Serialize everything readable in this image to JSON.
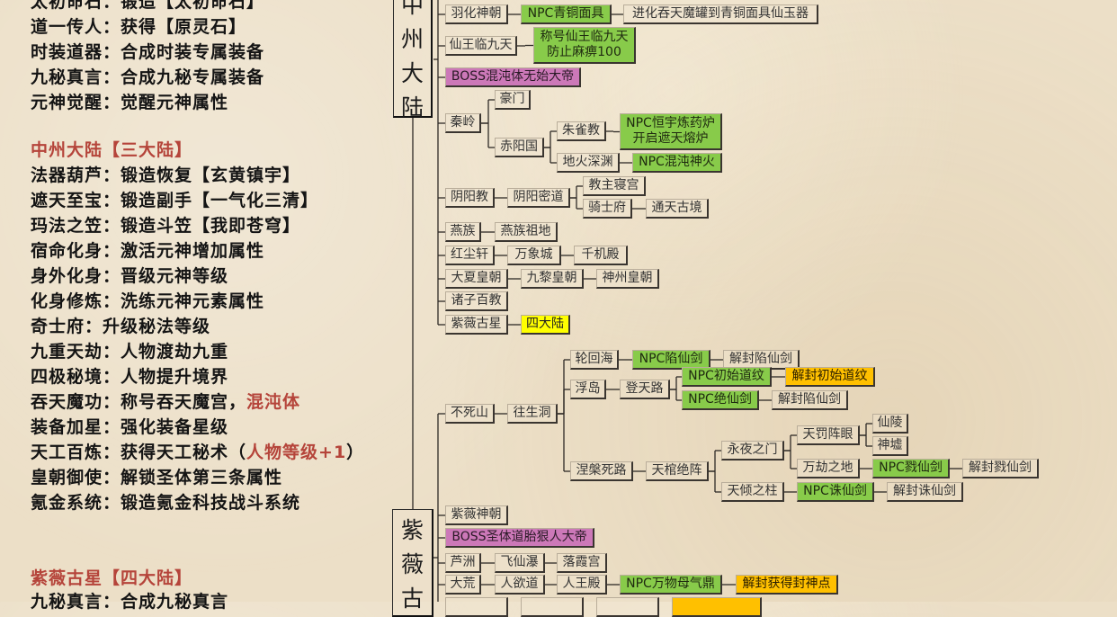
{
  "left_text": {
    "lines": [
      {
        "label": "太初命石：",
        "value": "锻造【太初命石】"
      },
      {
        "label": "道一传人：",
        "value": "获得【原灵石】"
      },
      {
        "label": "时装道器：",
        "value": "合成时装专属装备"
      },
      {
        "label": "九秘真言：",
        "value": "合成九秘专属装备"
      },
      {
        "label": "元神觉醒：",
        "value": "觉醒元神属性"
      }
    ],
    "section1_title": "中州大陆【三大陆】",
    "section1": [
      {
        "label": "法器葫芦：",
        "value": "锻造恢复【玄黄镇宇】"
      },
      {
        "label": "遮天至宝：",
        "value": "锻造副手【一气化三清】"
      },
      {
        "label": "玛法之笠：",
        "value": "锻造斗笠【我即苍穹】"
      },
      {
        "label": "宿命化身：",
        "value": "激活元神增加属性"
      },
      {
        "label": "身外化身：",
        "value": "晋级元神等级"
      },
      {
        "label": "化身修炼：",
        "value": "洗练元神元素属性"
      },
      {
        "label": "奇士府：",
        "value": "升级秘法等级"
      },
      {
        "label": "九重天劫：",
        "value": "人物渡劫九重"
      },
      {
        "label": "四极秘境：",
        "value": "人物提升境界"
      },
      {
        "label": "吞天魔功：",
        "value": "称号吞天魔宫，",
        "red": "混沌体"
      },
      {
        "label": "装备加星：",
        "value": "强化装备星级"
      },
      {
        "label": "天工百炼：",
        "value": "获得天工秘术（",
        "red": "人物等级+1",
        "tail": "）"
      },
      {
        "label": "皇朝御使：",
        "value": "解锁圣体第三条属性"
      },
      {
        "label": "氪金系统：",
        "value": "锻造氪金科技战斗系统"
      }
    ],
    "section2_title": "紫薇古星【四大陆】",
    "section2": [
      {
        "label": "九秘真言：",
        "value": "合成九秘真言"
      }
    ]
  },
  "colors": {
    "heading_red": "#b5443a",
    "npc_green": "#88cb4a",
    "boss_purple": "#cc78b8",
    "highlight_yellow": "#ffff00",
    "unlock_orange": "#ffc000"
  },
  "roots": [
    {
      "chars": [
        "中",
        "州",
        "大",
        "陆"
      ]
    },
    {
      "chars": [
        "紫",
        "薇",
        "古"
      ]
    }
  ],
  "nodes": [
    {
      "label": "羽化神朝",
      "kind": ""
    },
    {
      "label": "NPC青铜面具",
      "kind": "g"
    },
    {
      "label": "进化吞天魔罐到青铜面具仙玉器",
      "kind": ""
    },
    {
      "label": "仙王临九天",
      "kind": ""
    },
    {
      "label": "称号仙王临九天\n防止麻痹100",
      "kind": "g"
    },
    {
      "label": "BOSS混沌体无始大帝",
      "kind": "p"
    },
    {
      "label": "豪门",
      "kind": ""
    },
    {
      "label": "秦岭",
      "kind": ""
    },
    {
      "label": "赤阳国",
      "kind": ""
    },
    {
      "label": "朱雀教",
      "kind": ""
    },
    {
      "label": "NPC恒宇炼药炉\n开启遮天熔炉",
      "kind": "g"
    },
    {
      "label": "地火深渊",
      "kind": ""
    },
    {
      "label": "NPC混沌神火",
      "kind": "g"
    },
    {
      "label": "阴阳教",
      "kind": ""
    },
    {
      "label": "阴阳密道",
      "kind": ""
    },
    {
      "label": "教主寝宫",
      "kind": ""
    },
    {
      "label": "骑士府",
      "kind": ""
    },
    {
      "label": "通天古境",
      "kind": ""
    },
    {
      "label": "燕族",
      "kind": ""
    },
    {
      "label": "燕族祖地",
      "kind": ""
    },
    {
      "label": "红尘轩",
      "kind": ""
    },
    {
      "label": "万象城",
      "kind": ""
    },
    {
      "label": "千机殿",
      "kind": ""
    },
    {
      "label": "大夏皇朝",
      "kind": ""
    },
    {
      "label": "九黎皇朝",
      "kind": ""
    },
    {
      "label": "神州皇朝",
      "kind": ""
    },
    {
      "label": "诸子百教",
      "kind": ""
    },
    {
      "label": "紫薇古星",
      "kind": ""
    },
    {
      "label": "四大陆",
      "kind": "y"
    },
    {
      "label": "不死山",
      "kind": ""
    },
    {
      "label": "往生洞",
      "kind": ""
    },
    {
      "label": "轮回海",
      "kind": ""
    },
    {
      "label": "NPC陷仙剑",
      "kind": "g"
    },
    {
      "label": "解封陷仙剑",
      "kind": ""
    },
    {
      "label": "浮岛",
      "kind": ""
    },
    {
      "label": "登天路",
      "kind": ""
    },
    {
      "label": "NPC初始道纹",
      "kind": "g"
    },
    {
      "label": "解封初始道纹",
      "kind": "o"
    },
    {
      "label": "NPC绝仙剑",
      "kind": "g"
    },
    {
      "label": "解封陷仙剑",
      "kind": ""
    },
    {
      "label": "涅槃死路",
      "kind": ""
    },
    {
      "label": "天棺绝阵",
      "kind": ""
    },
    {
      "label": "永夜之门",
      "kind": ""
    },
    {
      "label": "天罚阵眼",
      "kind": ""
    },
    {
      "label": "仙陵",
      "kind": ""
    },
    {
      "label": "神墟",
      "kind": ""
    },
    {
      "label": "万劫之地",
      "kind": ""
    },
    {
      "label": "NPC戮仙剑",
      "kind": "g"
    },
    {
      "label": "解封戮仙剑",
      "kind": ""
    },
    {
      "label": "天倾之柱",
      "kind": ""
    },
    {
      "label": "NPC诛仙剑",
      "kind": "g"
    },
    {
      "label": "解封诛仙剑",
      "kind": ""
    },
    {
      "label": "紫薇神朝",
      "kind": ""
    },
    {
      "label": "BOSS圣体道胎狠人大帝",
      "kind": "p"
    },
    {
      "label": "芦洲",
      "kind": ""
    },
    {
      "label": "飞仙瀑",
      "kind": ""
    },
    {
      "label": "落霞宫",
      "kind": ""
    },
    {
      "label": "大荒",
      "kind": ""
    },
    {
      "label": "人欲道",
      "kind": ""
    },
    {
      "label": "人王殿",
      "kind": ""
    },
    {
      "label": "NPC万物母气鼎",
      "kind": "g"
    },
    {
      "label": "解封获得封神点",
      "kind": "o"
    },
    {
      "label": "",
      "kind": ""
    },
    {
      "label": "",
      "kind": ""
    },
    {
      "label": "",
      "kind": ""
    },
    {
      "label": "",
      "kind": "o"
    }
  ]
}
